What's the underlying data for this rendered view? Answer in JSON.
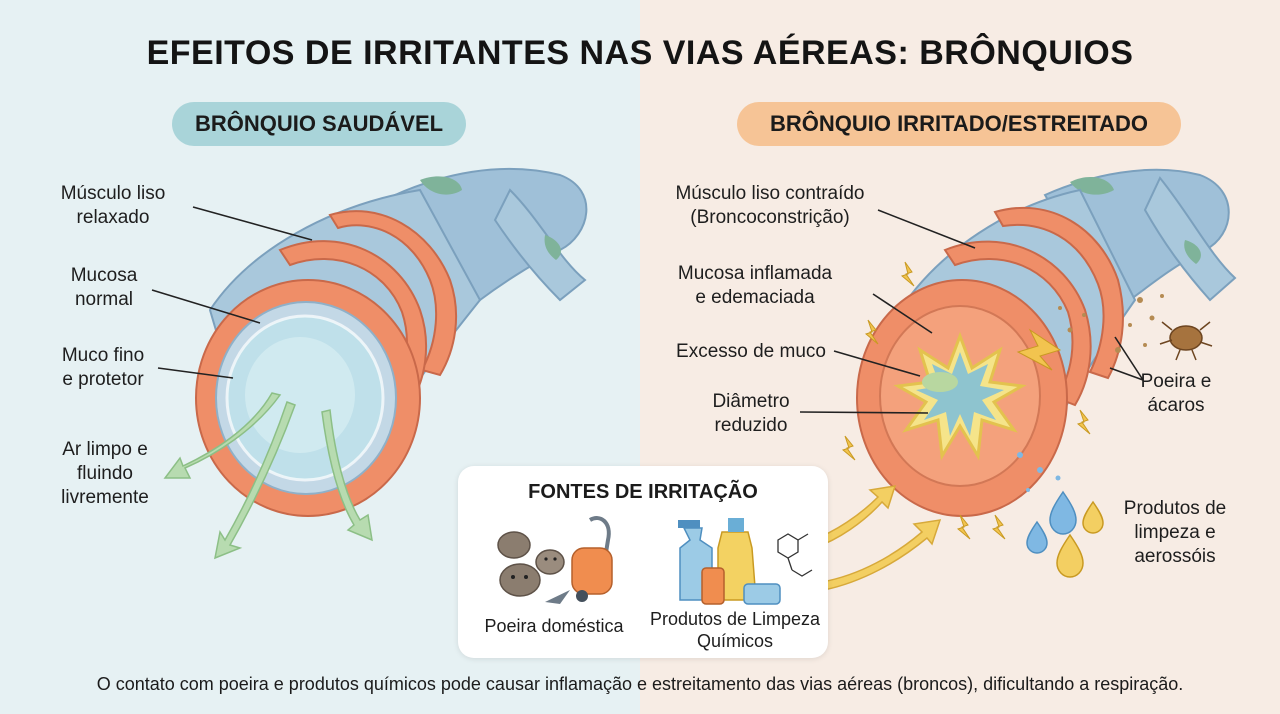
{
  "title": "EFEITOS DE IRRITANTES NAS VIAS AÉREAS: BRÔNQUIOS",
  "left_panel": {
    "heading": "BRÔNQUIO SAUDÁVEL",
    "labels": {
      "smooth_muscle": [
        "Músculo liso",
        "relaxado"
      ],
      "mucosa": [
        "Mucosa",
        "normal"
      ],
      "mucus": [
        "Muco fino",
        "e protetor"
      ],
      "airflow": [
        "Ar limpo e",
        "fluindo",
        "livremente"
      ]
    }
  },
  "right_panel": {
    "heading": "BRÔNQUIO IRRITADO/ESTREITADO",
    "labels": {
      "smooth_muscle": [
        "Músculo liso contraído",
        "(Broncoconstrição)"
      ],
      "mucosa": [
        "Mucosa inflamada",
        "e edemaciada"
      ],
      "mucus": [
        "Excesso de muco"
      ],
      "diameter": [
        "Diâmetro",
        "reduzido"
      ],
      "dust": [
        "Poeira e",
        "ácaros"
      ],
      "cleaning": [
        "Produtos de",
        "limpeza e",
        "aerossóis"
      ]
    }
  },
  "sources": {
    "title": "FONTES DE IRRITAÇÃO",
    "dust_label": "Poeira doméstica",
    "chemicals_label": [
      "Produtos de Limpeza",
      "Químicos"
    ]
  },
  "footer": "O contato com poeira e produtos químicos pode causar inflamação e estreitamento das vias aéreas (broncos), dificultando a respiração.",
  "colors": {
    "muscle": "#ef8e68",
    "tube": "#a9c8dc",
    "lumen": "#bfe0ea",
    "airflow": "#b7dbb0",
    "irritation_arrow": "#f3cf62",
    "heading_left": "#a9d4d9",
    "heading_right": "#f6c496"
  }
}
